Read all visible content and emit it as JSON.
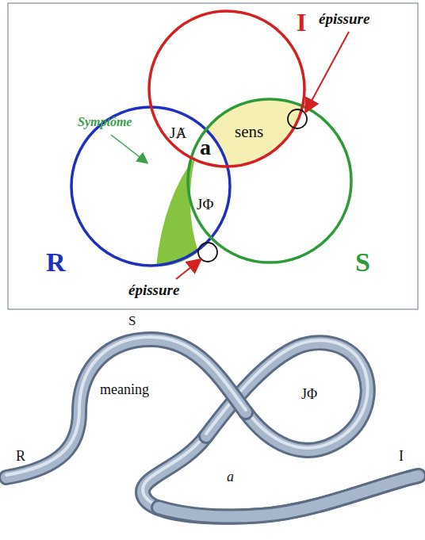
{
  "diagram": {
    "labels": [
      "I",
      "épissure",
      "JȺ",
      "sens",
      "a",
      "Symptôme",
      "JΦ",
      "R",
      "S",
      "épissure",
      "S",
      "meaning",
      "JΦ",
      "R",
      "a",
      "I"
    ]
  }
}
